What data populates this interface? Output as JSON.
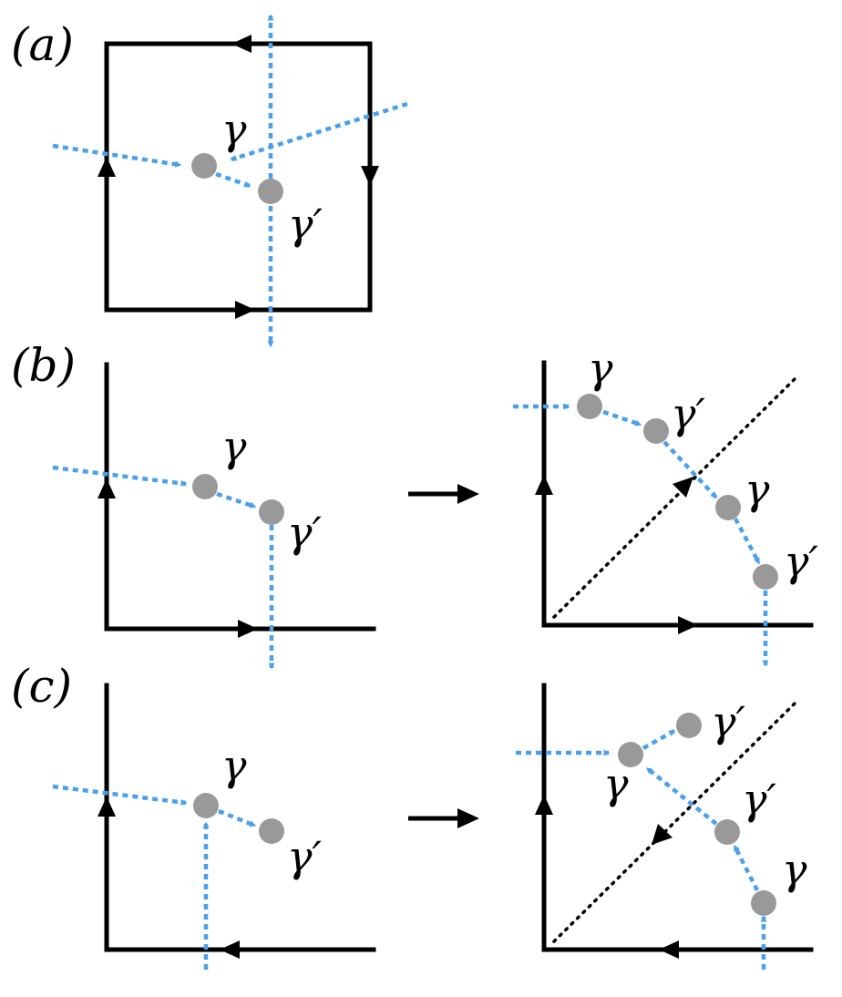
{
  "colors": {
    "edge": "#000000",
    "path": "#4aa0ea",
    "node": "#999999",
    "background": "#ffffff"
  },
  "panels": [
    {
      "id": "a",
      "label": "(a)",
      "symbols": [
        "γ",
        "γ′"
      ]
    },
    {
      "id": "b",
      "label": "(b)",
      "symbols": [
        "γ",
        "γ′",
        "γ",
        "γ′",
        "γ",
        "γ′"
      ]
    },
    {
      "id": "c",
      "label": "(c)",
      "symbols": [
        "γ",
        "γ′",
        "γ′",
        "γ",
        "γ′",
        "γ"
      ]
    }
  ]
}
